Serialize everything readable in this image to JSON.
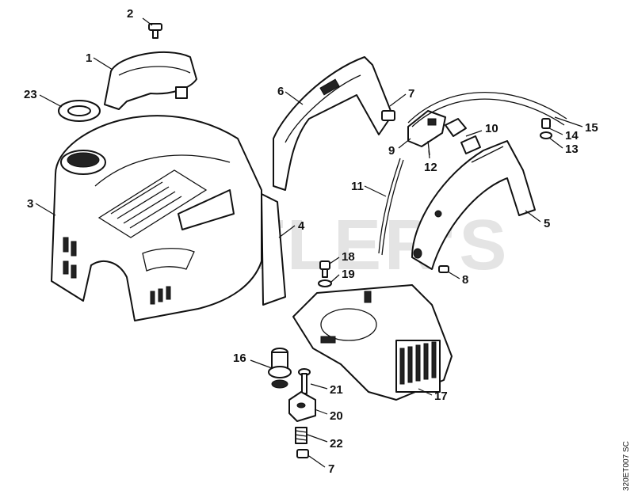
{
  "watermark": "CUTLER'S",
  "drawing_code": "320ET007 SC",
  "callouts": {
    "c1": "1",
    "c2": "2",
    "c3": "3",
    "c4": "4",
    "c5": "5",
    "c6": "6",
    "c7a": "7",
    "c7b": "7",
    "c8": "8",
    "c9": "9",
    "c10": "10",
    "c11": "11",
    "c12": "12",
    "c13": "13",
    "c14": "14",
    "c15": "15",
    "c16": "16",
    "c17": "17",
    "c18": "18",
    "c19": "19",
    "c20": "20",
    "c21": "21",
    "c22": "22",
    "c23": "23"
  }
}
